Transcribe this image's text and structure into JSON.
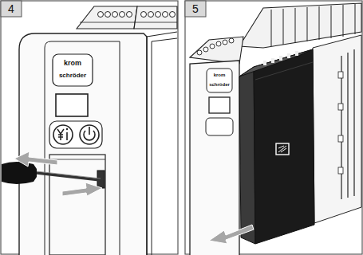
{
  "diagram": {
    "labels": [
      "4",
      "5",
      "krom",
      "schröder",
      "krom",
      "schröder"
    ]
  }
}
